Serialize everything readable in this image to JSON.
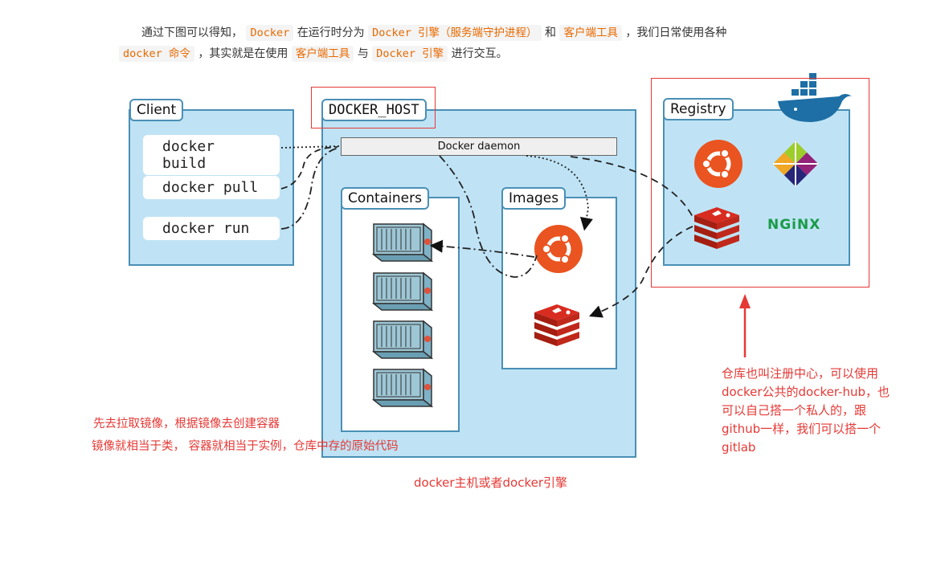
{
  "intro": {
    "p1_a": "通过下图可以得知，",
    "code1": "Docker",
    "p1_b": "在运行时分为",
    "code2": "Docker 引擎（服务端守护进程）",
    "p1_c": "和",
    "code3": "客户端工具",
    "p1_d": "，我们日常使用各种",
    "code4": "docker 命令",
    "p2_a": "，其实就是在使用",
    "code5": "客户端工具",
    "p2_b": "与",
    "code6": "Docker 引擎",
    "p2_c": "进行交互。"
  },
  "diagram": {
    "client_label": "Client",
    "commands": [
      "docker build",
      "docker pull",
      "docker run"
    ],
    "host_label": "DOCKER_HOST",
    "daemon_label": "Docker daemon",
    "containers_label": "Containers",
    "images_label": "Images",
    "registry_label": "Registry",
    "nginx_label": "NGiNX"
  },
  "annotations": {
    "left_line1": "先去拉取镜像，根据镜像去创建容器",
    "left_line2": "镜像就相当于类， 容器就相当于实例，仓库中存的原始代码",
    "bottom": "docker主机或者docker引擎",
    "right_lines": [
      "仓库也叫注册中心，可以使用",
      "docker公共的docker-hub，也",
      "可以自己搭一个私人的，跟",
      "github一样，我们可以搭一个",
      "gitlab"
    ]
  },
  "colors": {
    "panel_fill": "#bfe3f5",
    "panel_border": "#4a8fb5",
    "annotation_red": "#e53935",
    "code_orange": "#e96900"
  }
}
